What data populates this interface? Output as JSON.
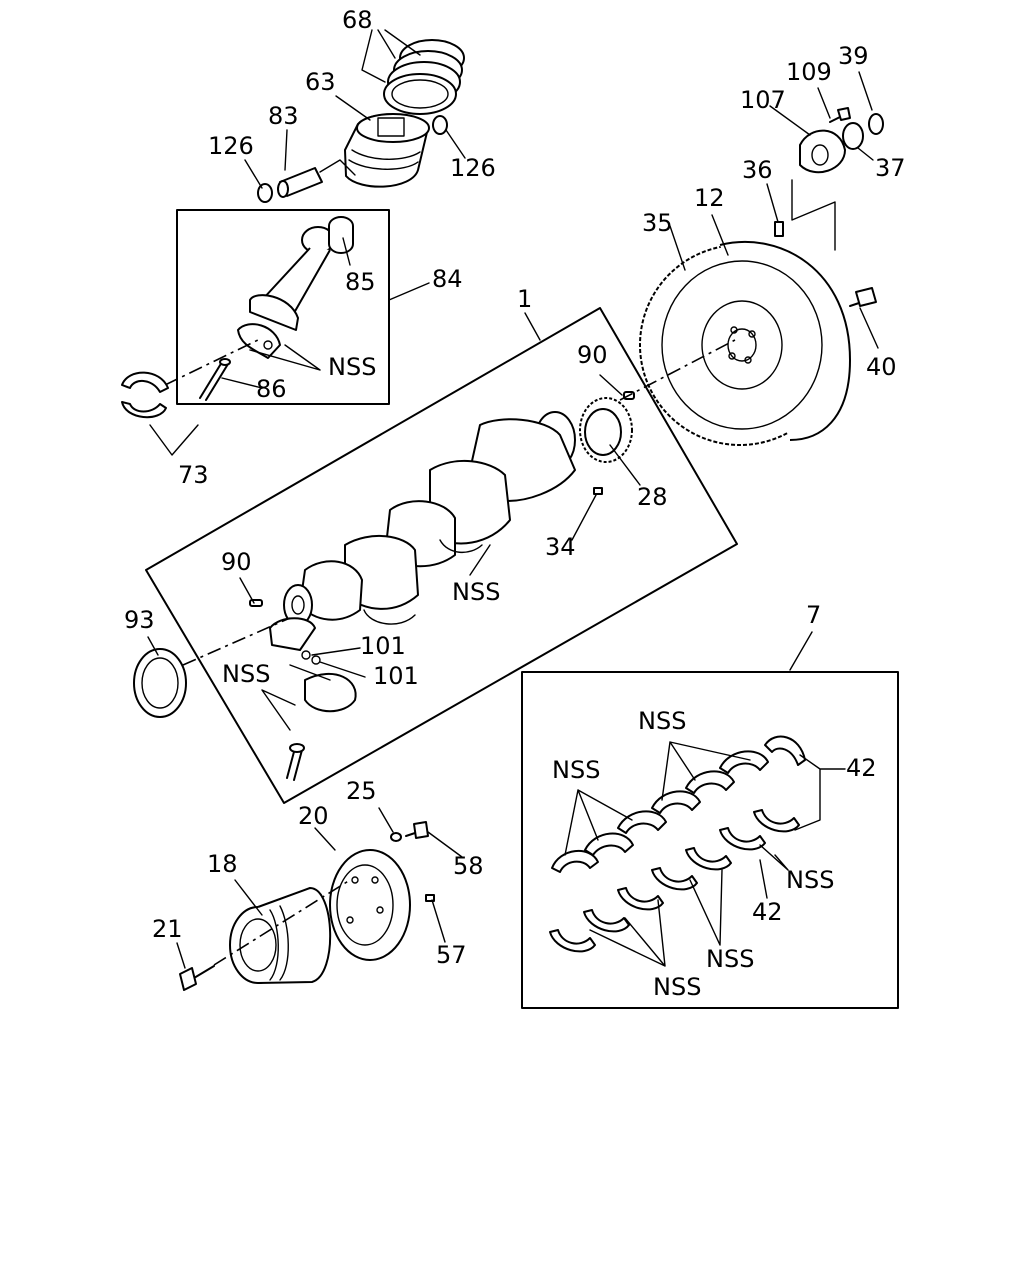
{
  "callouts": {
    "c68": "68",
    "c63": "63",
    "c83": "83",
    "c126a": "126",
    "c126b": "126",
    "c85": "85",
    "c84": "84",
    "c86": "86",
    "cnss_rod": "NSS",
    "c73": "73",
    "c1": "1",
    "c90a": "90",
    "c90b": "90",
    "c28": "28",
    "c34": "34",
    "cnss_crank": "NSS",
    "c93": "93",
    "c101a": "101",
    "c101b": "101",
    "cnss_thrust": "NSS",
    "c35": "35",
    "c12": "12",
    "c36": "36",
    "c107": "107",
    "c109": "109",
    "c39": "39",
    "c37": "37",
    "c40": "40",
    "c7": "7",
    "c42a": "42",
    "c42b": "42",
    "cnss_b1": "NSS",
    "cnss_b2": "NSS",
    "cnss_b3": "NSS",
    "cnss_b4": "NSS",
    "cnss_b5": "NSS",
    "c25": "25",
    "c20": "20",
    "c58": "58",
    "c18": "18",
    "c21": "21",
    "c57": "57"
  }
}
